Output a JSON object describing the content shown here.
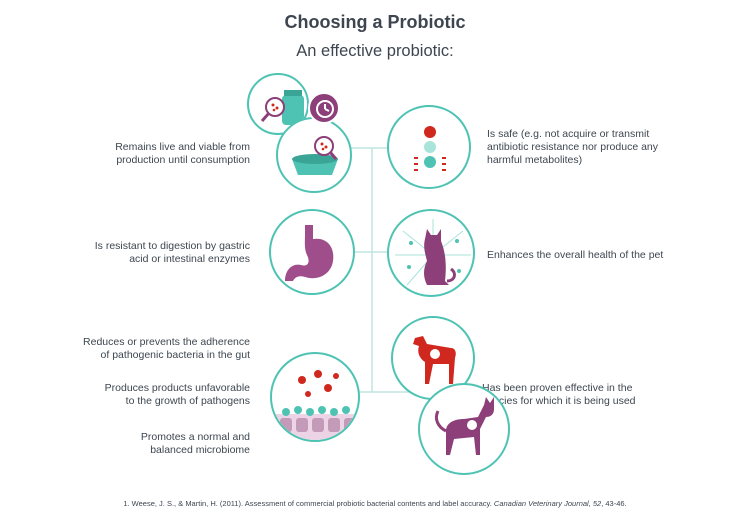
{
  "title": "Choosing a Probiotic",
  "subtitle": "An effective probiotic:",
  "left": [
    {
      "lines": [
        "Remains live and viable from",
        "production until consumption"
      ]
    },
    {
      "lines": [
        "Is resistant to digestion by gastric",
        "acid or intestinal enzymes"
      ]
    },
    {
      "lines": [
        "Reduces or prevents the adherence",
        "of pathogenic bacteria in the gut"
      ]
    },
    {
      "lines": [
        "Produces products unfavorable",
        "to the growth of pathogens"
      ]
    },
    {
      "lines": [
        "Promotes a normal and",
        "balanced microbiome"
      ]
    }
  ],
  "right": [
    {
      "lines": [
        "Is safe (e.g. not acquire or transmit",
        "antibiotic resistance nor produce any",
        "harmful metabolites)"
      ]
    },
    {
      "lines": [
        "Enhances the overall health of the pet"
      ]
    },
    {
      "lines": [
        "Has been proven effective in the",
        "species for which it is being used"
      ]
    }
  ],
  "reference": {
    "prefix": "1. Weese, J. S., & Martin, H. (2011). Assessment of commercial probiotic bacterial contents and label accuracy. ",
    "journal": "Canadian Veterinary Journal, 52",
    "suffix": ", 43-46."
  },
  "colors": {
    "teal": "#4ec3b3",
    "purple": "#8d3f79",
    "red": "#d0281f",
    "text": "#3d4650"
  },
  "icons": [
    "probiotic-jar-icon",
    "clock-icon",
    "pet-bowl-icon",
    "magnifier-icon",
    "traffic-light-icon",
    "stomach-icon",
    "cat-sitting-icon",
    "dog-icon",
    "cat-standing-icon",
    "gut-bacteria-icon"
  ]
}
